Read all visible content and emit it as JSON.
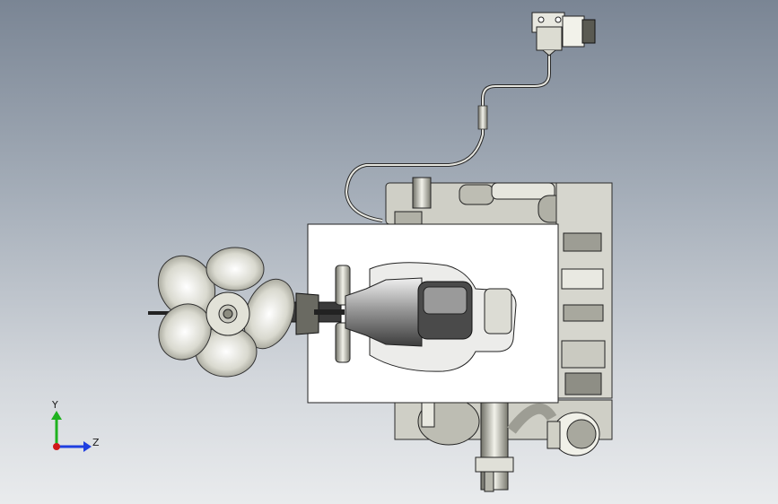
{
  "viewport": {
    "background_top": "#7a8594",
    "background_bottom": "#e9ebed"
  },
  "triad": {
    "y_label": "Y",
    "z_label": "Z",
    "y_color": "#1fb21f",
    "z_color": "#1f3fe0",
    "x_color": "#d01818"
  },
  "model": {
    "parts": [
      "propeller",
      "shaft",
      "housing-panel",
      "nozzle",
      "engine-block",
      "cable",
      "connector"
    ]
  }
}
